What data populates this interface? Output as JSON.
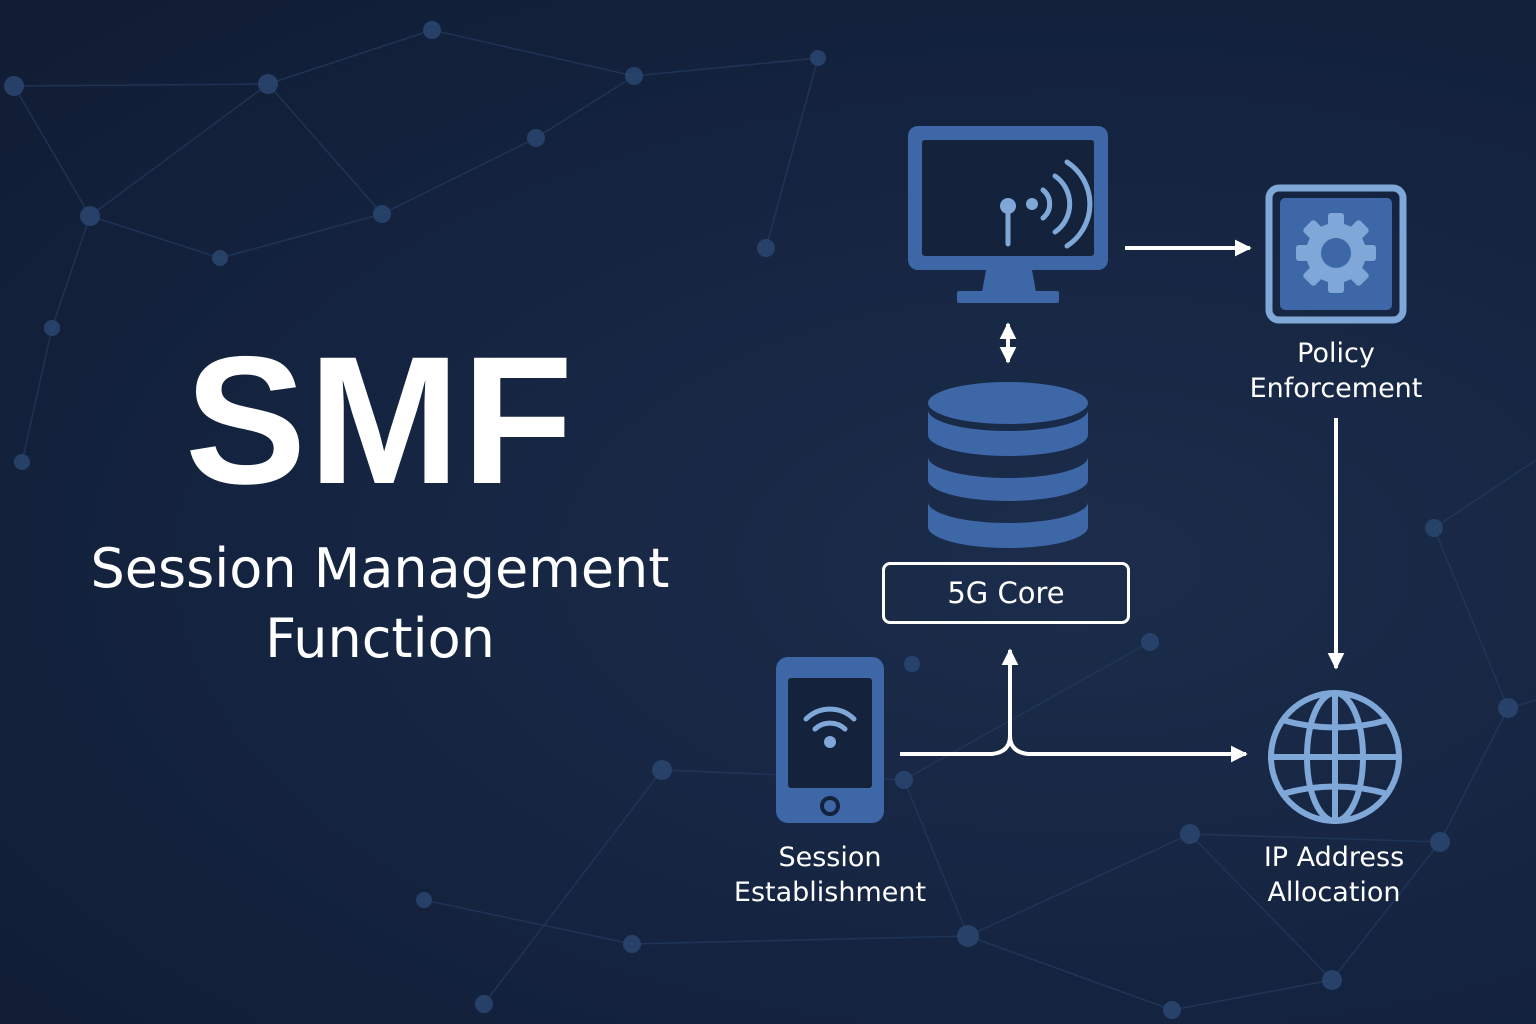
{
  "title": "SMF",
  "subtitle": {
    "line1": "Session Management",
    "line2": "Function"
  },
  "nodes": {
    "core": "5G Core",
    "policy": {
      "line1": "Policy",
      "line2": "Enforcement"
    },
    "session": {
      "line1": "Session",
      "line2": "Establishment"
    },
    "ip": {
      "line1": "IP Address",
      "line2": "Allocation"
    }
  },
  "icons": {
    "monitor": "monitor-antenna-icon",
    "database": "database-icon",
    "gear": "gear-icon",
    "phone": "smartphone-wifi-icon",
    "globe": "globe-icon"
  },
  "colors": {
    "background": "#14223b",
    "icon_dark": "#3d67a6",
    "icon_light": "#7fa8d8",
    "text": "#ffffff",
    "network": "#2a4670"
  }
}
